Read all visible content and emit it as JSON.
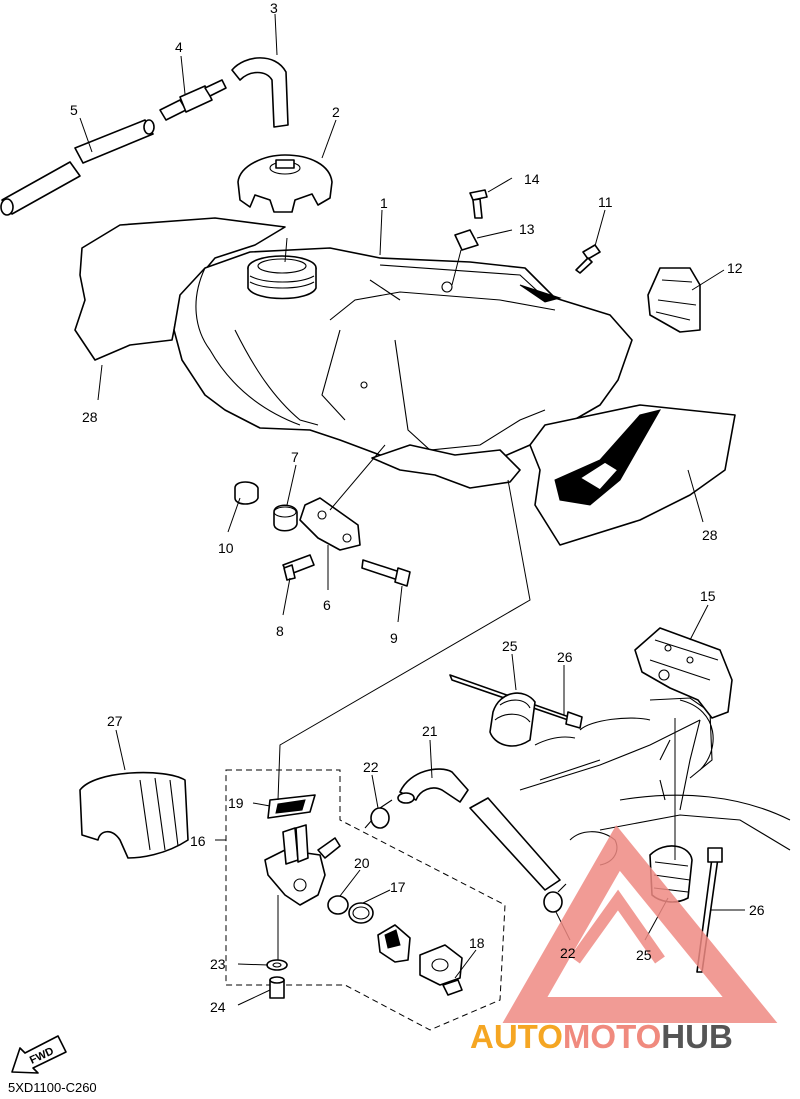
{
  "diagram_code": "5XD1100-C260",
  "fwd_label": "FWD",
  "watermark": {
    "part1": "AUTO",
    "part2": "MOTO",
    "part3": "HUB",
    "color1": "#F5A623",
    "color2": "#F08A7E",
    "color3": "#555555"
  },
  "callouts": {
    "c1": "1",
    "c2": "2",
    "c3": "3",
    "c4": "4",
    "c5": "5",
    "c6": "6",
    "c7": "7",
    "c8": "8",
    "c9": "9",
    "c10": "10",
    "c11": "11",
    "c12": "12",
    "c13": "13",
    "c14": "14",
    "c15": "15",
    "c16": "16",
    "c17": "17",
    "c18": "18",
    "c19": "19",
    "c20": "20",
    "c21": "21",
    "c22a": "22",
    "c22b": "22",
    "c23": "23",
    "c24": "24",
    "c25a": "25",
    "c25b": "25",
    "c26a": "26",
    "c26b": "26",
    "c27": "27",
    "c28a": "28",
    "c28b": "28"
  }
}
